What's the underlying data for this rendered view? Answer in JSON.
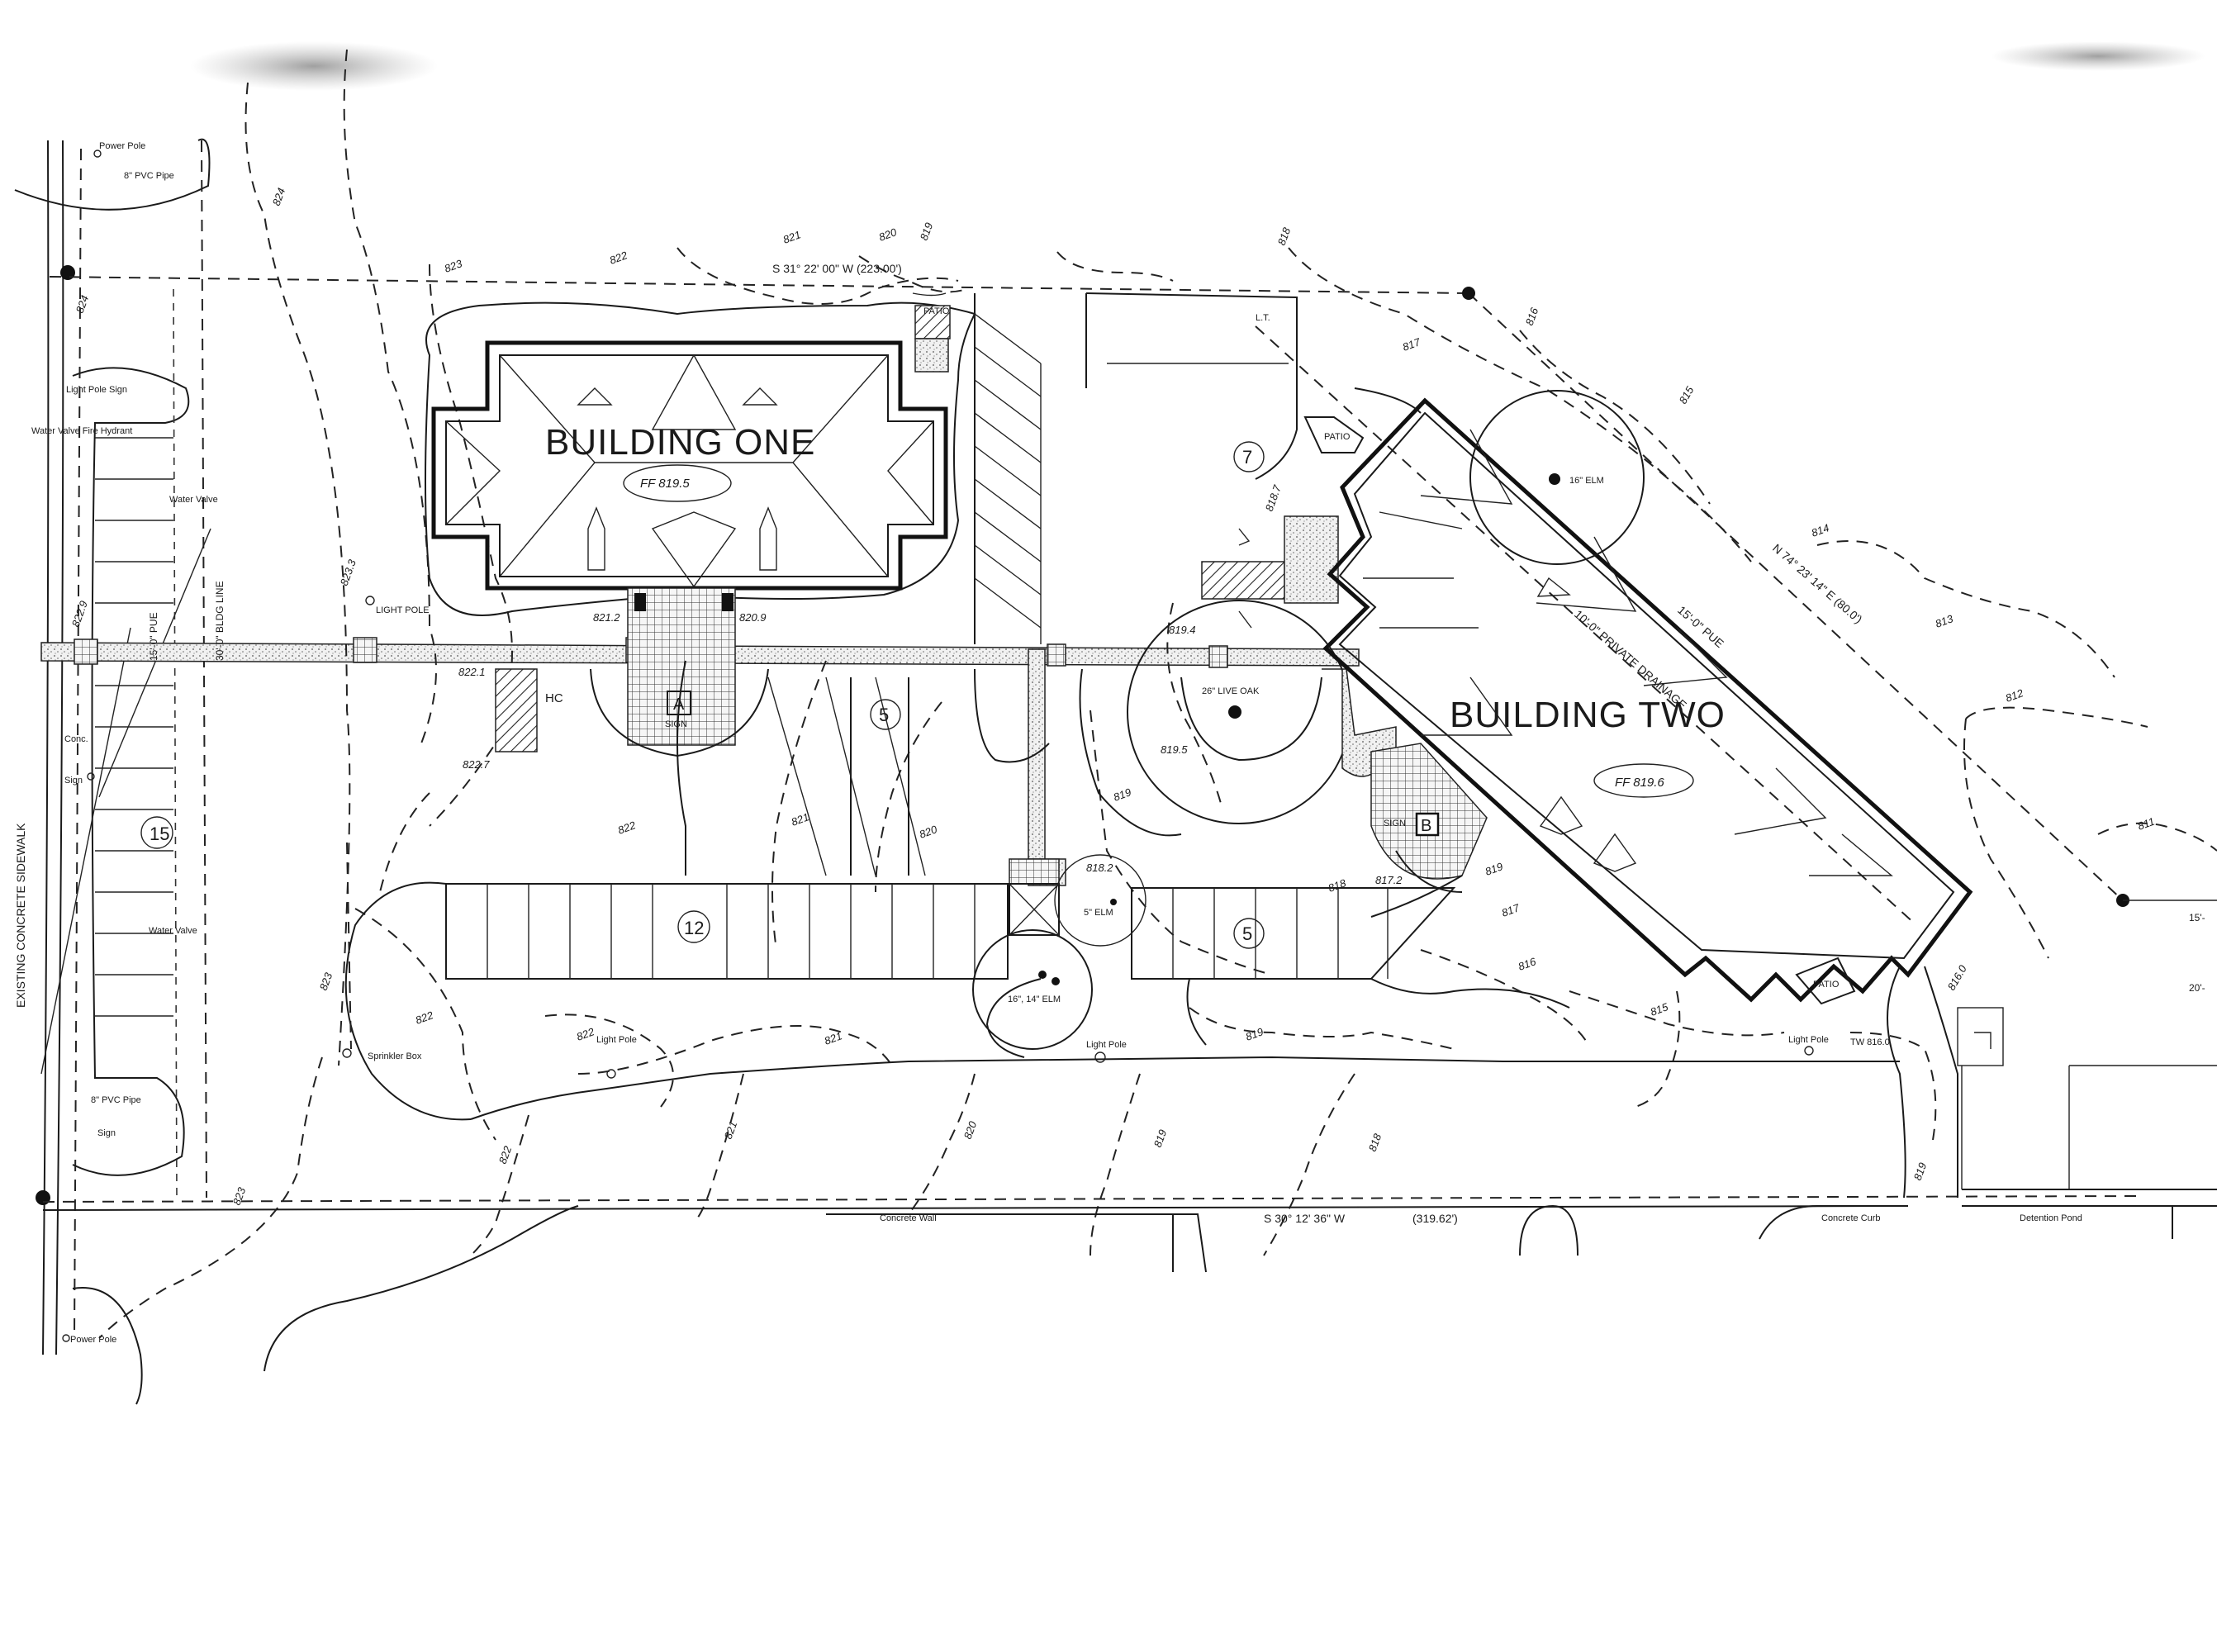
{
  "buildings": {
    "one": {
      "name": "BUILDING ONE",
      "floor_elev": "FF 819.5",
      "sign_letter": "A",
      "sign_label": "SIGN"
    },
    "two": {
      "name": "BUILDING TWO",
      "floor_elev": "FF 819.6",
      "sign_letter": "B",
      "sign_label": "SIGN"
    }
  },
  "bearings": {
    "top": "S 31° 22' 00\" W     (223.00')",
    "bottom": "S 30° 12' 36\" W",
    "bottom_dist": "(319.62')",
    "right": "N 74° 23' 14\" E  (80.0')",
    "setback_private": "10'-0\" PRIVATE DRAINAGE",
    "setback_pue": "15'-0\" PUE",
    "setback_left_pue": "15'-0\" PUE",
    "setback_left_bldg": "30'-0\" BLDG LINE"
  },
  "site_labels": {
    "sidewalk": "EXISTING CONCRETE SIDEWALK",
    "power_pole_top": "Power Pole",
    "pvc_pipe_top": "8\" PVC Pipe",
    "light_pole_sign": "Light Pole   Sign",
    "water_valve_hydrant": "Water Valve Fire Hydrant",
    "water_valve_1": "Water Valve",
    "conc": "Conc.",
    "sign_left": "Sign",
    "water_valve_2": "Water Valve",
    "pvc_pipe_bottom": "8\" PVC Pipe",
    "sign_bottom": "Sign",
    "power_pole_bottom": "Power Pole",
    "light_pole_walk": "LIGHT POLE",
    "sprinkler_box": "Sprinkler Box",
    "light_pole_1": "Light Pole",
    "light_pole_2": "Light Pole",
    "light_pole_3": "Light Pole",
    "concrete_wall": "Concrete Wall",
    "concrete_curb": "Concrete Curb",
    "detention_pond": "Detention Pond",
    "patio_1": "PATIO",
    "patio_2": "PATIO",
    "patio_3": "PATIO",
    "tree_elm_16": "16\" ELM",
    "tree_live_oak": "26\" LIVE OAK",
    "tree_elm_5": "5\" ELM",
    "tree_elm_pair": "16\", 14\" ELM",
    "hc": "HC",
    "lt": "L.T."
  },
  "parking_counts": [
    "15",
    "5",
    "12",
    "5",
    "7"
  ],
  "contours": [
    "824",
    "823",
    "822",
    "821",
    "820",
    "819",
    "818",
    "817",
    "816",
    "815",
    "814",
    "813",
    "812",
    "811"
  ],
  "spot_elevations": [
    "822.9",
    "822.1",
    "823.3",
    "822.7",
    "821.2",
    "820.9",
    "819.4",
    "818.7",
    "819.5",
    "818.2",
    "817.2",
    "816.0"
  ],
  "misc": {
    "th": "TW 816.0",
    "edge_r1": "15'-",
    "edge_r2": "20'-"
  }
}
